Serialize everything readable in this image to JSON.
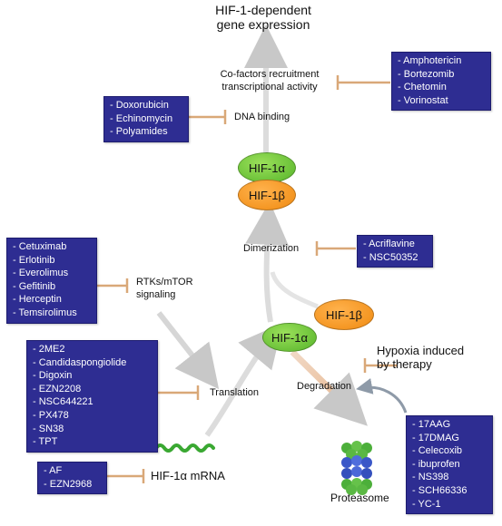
{
  "title": [
    "HIF-1-dependent",
    "gene expression"
  ],
  "labels": {
    "cofactors": [
      "Co-factors recruitment",
      "transcriptional activity"
    ],
    "dna_binding": "DNA binding",
    "dimerization": "Dimerization",
    "rtks": [
      "RTKs/mTOR",
      "signaling"
    ],
    "translation": "Translation",
    "degradation": "Degradation",
    "hypoxia": [
      "Hypoxia induced",
      "by therapy"
    ],
    "mrna": "HIF-1α mRNA",
    "proteasome": "Proteasome"
  },
  "molecules": {
    "hif1a_top": "HIF-1α",
    "hif1b_top": "HIF-1β",
    "hif1b_mid": "HIF-1β",
    "hif1a_mid": "HIF-1α"
  },
  "drug_boxes": {
    "cofactors": [
      "Amphotericin",
      "Bortezomib",
      "Chetomin",
      "Vorinostat"
    ],
    "dna_binding": [
      "Doxorubicin",
      "Echinomycin",
      "Polyamides"
    ],
    "dimerization": [
      "Acriflavine",
      "NSC50352"
    ],
    "rtks": [
      "Cetuximab",
      "Erlotinib",
      "Everolimus",
      "Gefitinib",
      "Herceptin",
      "Temsirolimus"
    ],
    "translation": [
      "2ME2",
      "Candidaspongiolide",
      "Digoxin",
      "EZN2208",
      "NSC644221",
      "PX478",
      "SN38",
      "TPT"
    ],
    "mrna": [
      "AF",
      "EZN2968"
    ],
    "degradation": [
      "17AAG",
      "17DMAG",
      "Celecoxib",
      "ibuprofen",
      "NS398",
      "SCH66336",
      "YC-1"
    ]
  },
  "colors": {
    "box": "#2e2d92",
    "inhibitor": "#d9a878",
    "arrow": "#c8c8c8",
    "green": "#6cc33a",
    "orange": "#f5961e",
    "mrna": "#3aa832"
  }
}
